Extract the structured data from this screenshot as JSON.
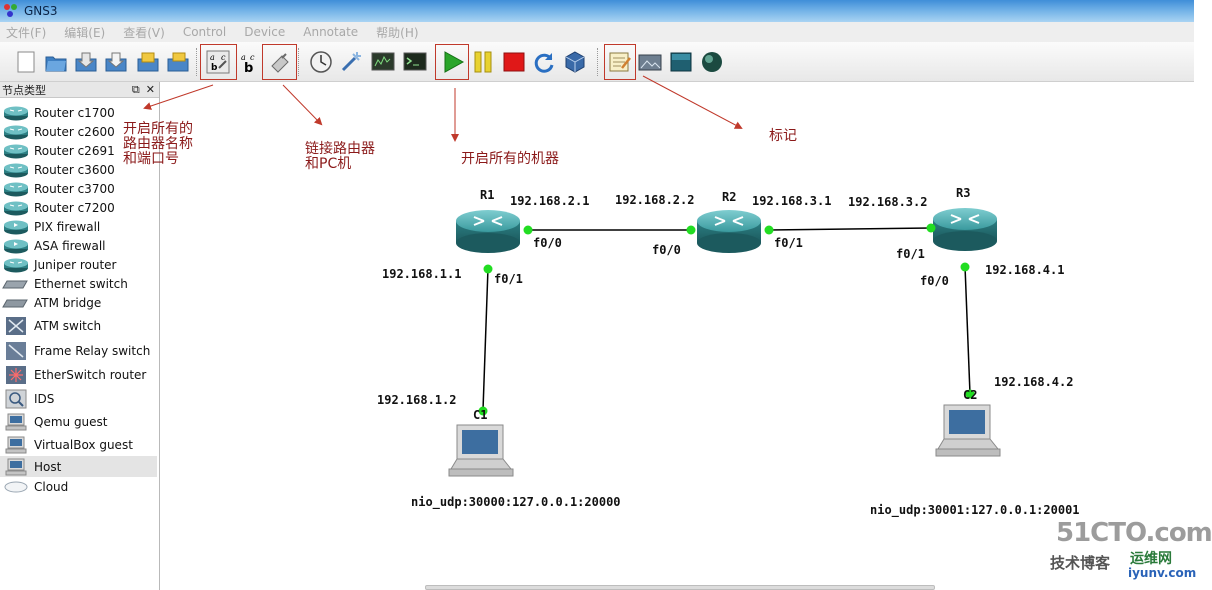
{
  "window": {
    "title": "GNS3"
  },
  "menu": [
    "文件(F)",
    "编辑(E)",
    "查看(V)",
    "Control",
    "Device",
    "Annotate",
    "帮助(H)"
  ],
  "dock": {
    "title": "节点类型"
  },
  "node_types": [
    "Router c1700",
    "Router c2600",
    "Router c2691",
    "Router c3600",
    "Router c3700",
    "Router c7200",
    "PIX firewall",
    "ASA firewall",
    "Juniper router",
    "Ethernet switch",
    "ATM bridge",
    "ATM switch",
    "Frame Relay switch",
    "EtherSwitch router",
    "IDS",
    "Qemu guest",
    "VirtualBox guest",
    "Host",
    "Cloud"
  ],
  "selected_node_type": "Host",
  "annotations": {
    "show_names_l1": "开启所有的",
    "show_names_l2": "路由器名称",
    "show_names_l3": "和端口号",
    "link_l1": "链接路由器",
    "link_l2": "和PC机",
    "start_all": "开启所有的机器",
    "note": "标记"
  },
  "topology": {
    "r1": "R1",
    "r2": "R2",
    "r3": "R3",
    "c1": "C1",
    "c2": "C2",
    "ip_r1_f00": "192.168.2.1",
    "ip_r2_f00": "192.168.2.2",
    "ip_r2_f01": "192.168.3.1",
    "ip_r3_f01": "192.168.3.2",
    "ip_r1_f01": "192.168.1.1",
    "ip_c1": "192.168.1.2",
    "ip_r3_f00": "192.168.4.1",
    "ip_c2": "192.168.4.2",
    "port_r1_f00": "f0/0",
    "port_r2_f00": "f0/0",
    "port_r2_f01": "f0/1",
    "port_r3_f01": "f0/1",
    "port_r1_f01": "f0/1",
    "port_r3_f00": "f0/0",
    "nio_c1": "nio_udp:30000:127.0.0.1:20000",
    "nio_c2": "nio_udp:30001:127.0.0.1:20001"
  },
  "watermark": {
    "brand": "51CTO.com",
    "line1": "技术博客",
    "line2": "运维网",
    "line3": "iyunv.com"
  },
  "colors": {
    "link_dot": "#22dd22",
    "annotation": "#8b1a1a",
    "arrow": "#c0392b",
    "router_body": "#2f8f92"
  }
}
